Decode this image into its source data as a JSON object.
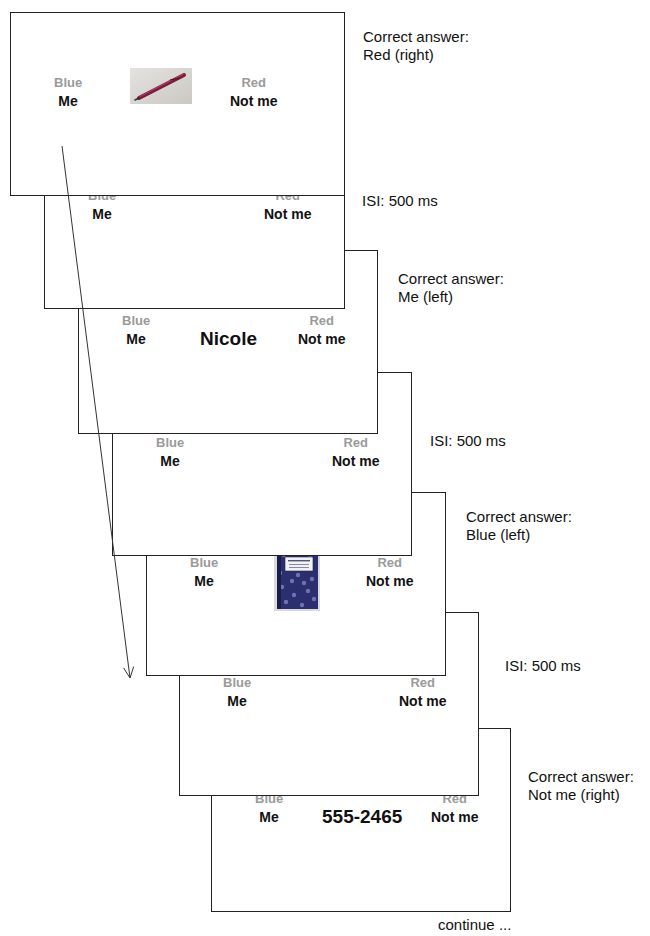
{
  "diagram": {
    "nodes": [
      {
        "text": [
          "Blue",
          "Me",
          "Red",
          "Not me"
        ]
      },
      {
        "text": [
          "Blue",
          "Me",
          "Red",
          "Not me"
        ]
      },
      {
        "text": [
          "Blue",
          "Me",
          "Nicole",
          "Red",
          "Not me"
        ]
      },
      {
        "text": [
          "Blue",
          "Me",
          "Red",
          "Not me"
        ]
      },
      {
        "text": [
          "Blue",
          "Me",
          "Red",
          "Not me"
        ]
      },
      {
        "text": [
          "Blue",
          "Me",
          "Red",
          "Not me"
        ]
      },
      {
        "text": [
          "Blue",
          "Me",
          "555-2465",
          "Red",
          "Not me"
        ]
      }
    ],
    "labels": [
      "Correct answer: Red (right)",
      "ISI: 500 ms",
      "Correct answer: Me (left)",
      "ISI: 500 ms",
      "Correct answer: Blue (left)",
      "ISI: 500 ms",
      "Correct answer: Not me (right)",
      "continue ..."
    ]
  }
}
